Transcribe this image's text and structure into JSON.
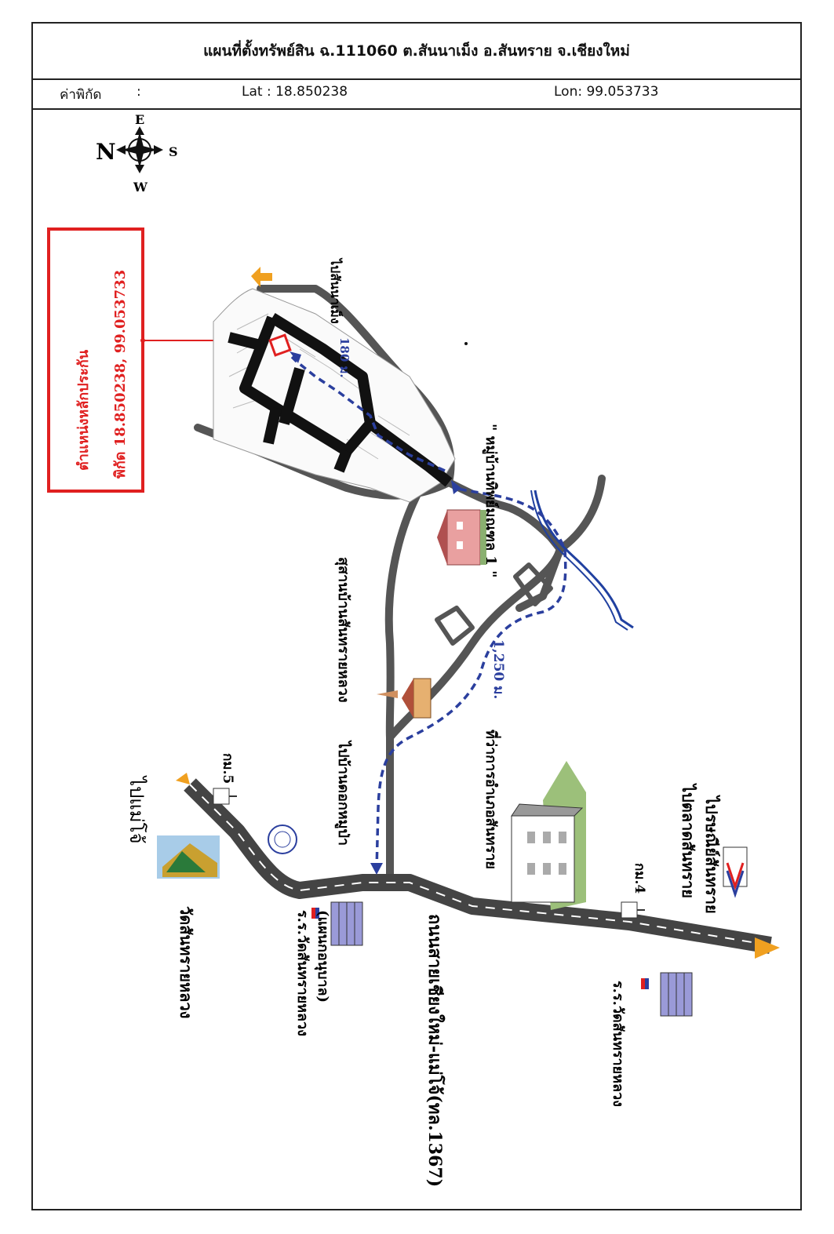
{
  "title": "แผนที่ตั้งทรัพย์สิน ฉ.111060 ต.สันนาเม็ง อ.สันทราย จ.เชียงใหม่",
  "coords": {
    "label": "ค่าพิกัด",
    "colon": ":",
    "lat": "Lat : 18.850238",
    "lon": "Lon:  99.053733"
  },
  "compass": {
    "north": "N",
    "south": "S",
    "east": "E",
    "west": "W"
  },
  "callout": {
    "line1": "ตำแหน่งหลักประกัน",
    "line2": "พิกัด 18.850238,  99.053733",
    "color": "#e02020"
  },
  "map_labels": {
    "to_san_na_meng": "ไปสันนาเม็ง",
    "dist_180": "180 ม.",
    "village": "\" หมู่บ้านทิพย์มณฑล 1 \"",
    "cemetery": "สุสานบ้านสันทรายหลวง",
    "dist_1250": "1,250 ม.",
    "district_office": "ที่ว่าการอำเภอสันทราย",
    "to_dok_mai": "ไปบ้านดอกหมูป่า",
    "km5": "กม.5",
    "to_mae_jo": "ไปแม่โจ้",
    "wat": "วัดสันทรายหลวง",
    "school1": "ร.ร.วัดสันทรายหลวง",
    "school1_sub": "(แผนกอนุบาล)",
    "highway": "ถนนสายเชียงใหม่-แม่โจ้(ทล.1367)",
    "to_chiang_mai": "ไปตลาดสันทราย",
    "km4": "กม.4",
    "post_office": "ไปรษณีย์สันทราย",
    "school2": "ร.ร.วัดสันทรายหลวง"
  },
  "colors": {
    "road": "#555555",
    "route": "#2b3f9e",
    "plot_road": "#111111",
    "arrow": "#f0a020",
    "river": "#2040a0"
  }
}
